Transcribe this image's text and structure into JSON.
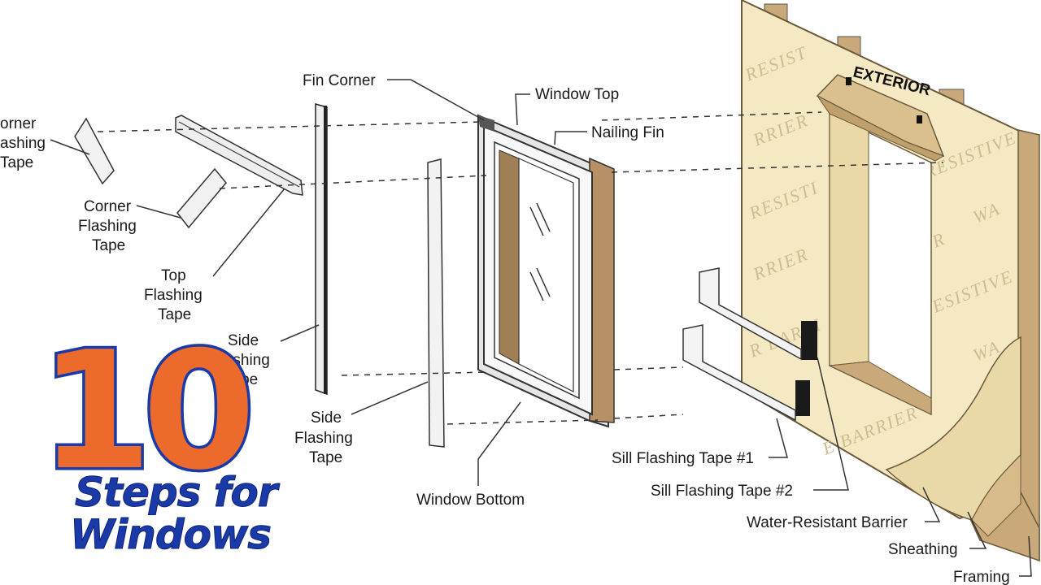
{
  "labels": {
    "corner_flashing_tape_top": [
      "orner",
      "ashing",
      "Tape"
    ],
    "corner_flashing_tape_mid": [
      "Corner",
      "Flashing",
      "Tape"
    ],
    "top_flashing_tape": [
      "Top",
      "Flashing",
      "Tape"
    ],
    "side_flashing_tape_left": [
      "Side",
      "Flashing",
      "Tape"
    ],
    "side_flashing_tape_right": [
      "Side",
      "Flashing",
      "Tape"
    ],
    "fin_corner": "Fin Corner",
    "window_top": "Window Top",
    "nailing_fin": "Nailing Fin",
    "window_bottom": "Window Bottom",
    "exterior": "EXTERIOR",
    "sill_flashing_tape_1": "Sill Flashing Tape #1",
    "sill_flashing_tape_2": "Sill Flashing Tape #2",
    "water_resistant_barrier": "Water-Resistant Barrier",
    "sheathing": "Sheathing",
    "framing": "Framing"
  },
  "watermarks": [
    "RESIST",
    "RRIER",
    "RESISTIVE",
    "RESISTI",
    "WA",
    "RRIER",
    "ESISTIVE",
    "R",
    "WA",
    "E BARRIER",
    "R BARRI"
  ],
  "title": {
    "number": "10",
    "line1": "Steps for",
    "line2": "Windows",
    "number_fill": "#ec6a2c",
    "number_stroke": "#1a3aa8",
    "text_color": "#1a3aa8"
  },
  "colors": {
    "wall": "#f5e9c4",
    "wood": "#c9a97a",
    "wood_dark": "#a17f54",
    "line": "#222222"
  }
}
